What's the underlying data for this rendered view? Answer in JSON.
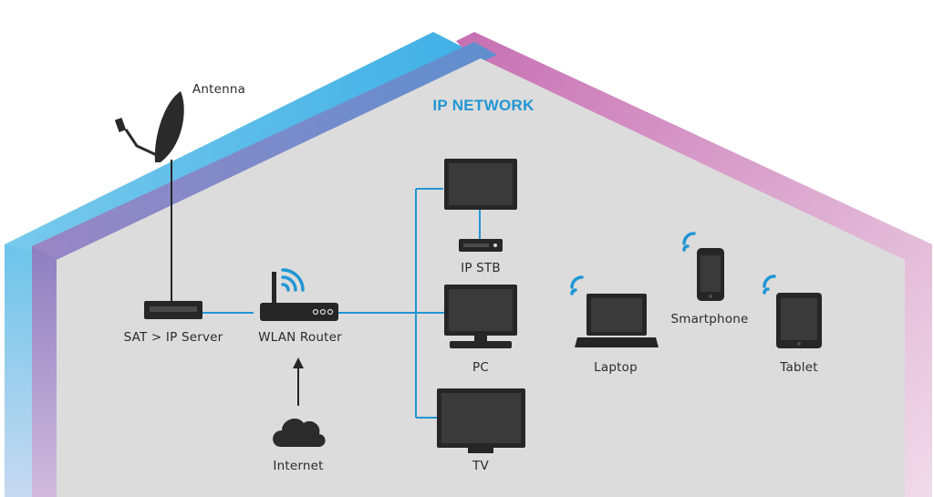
{
  "title": "IP NETWORK",
  "colors": {
    "accent": "#2196d3",
    "house_fill": "#dcdcdc",
    "device": "#262626",
    "roof_outer_left": "#6cc4ea",
    "roof_outer_right": "#c97ab6",
    "roof_inner": "#8b7fbd"
  },
  "nodes": {
    "antenna": {
      "label": "Antenna",
      "icon": "satellite-dish-icon"
    },
    "sat_server": {
      "label": "SAT > IP Server",
      "icon": "server-box-icon"
    },
    "router": {
      "label": "WLAN Router",
      "icon": "wifi-router-icon"
    },
    "internet": {
      "label": "Internet",
      "icon": "cloud-icon"
    },
    "ip_stb": {
      "label": "IP STB",
      "icon": "set-top-box-icon"
    },
    "pc": {
      "label": "PC",
      "icon": "monitor-icon"
    },
    "tv": {
      "label": "TV",
      "icon": "tv-icon"
    },
    "laptop": {
      "label": "Laptop",
      "icon": "laptop-icon"
    },
    "smartphone": {
      "label": "Smartphone",
      "icon": "smartphone-icon"
    },
    "tablet": {
      "label": "Tablet",
      "icon": "tablet-icon"
    }
  }
}
